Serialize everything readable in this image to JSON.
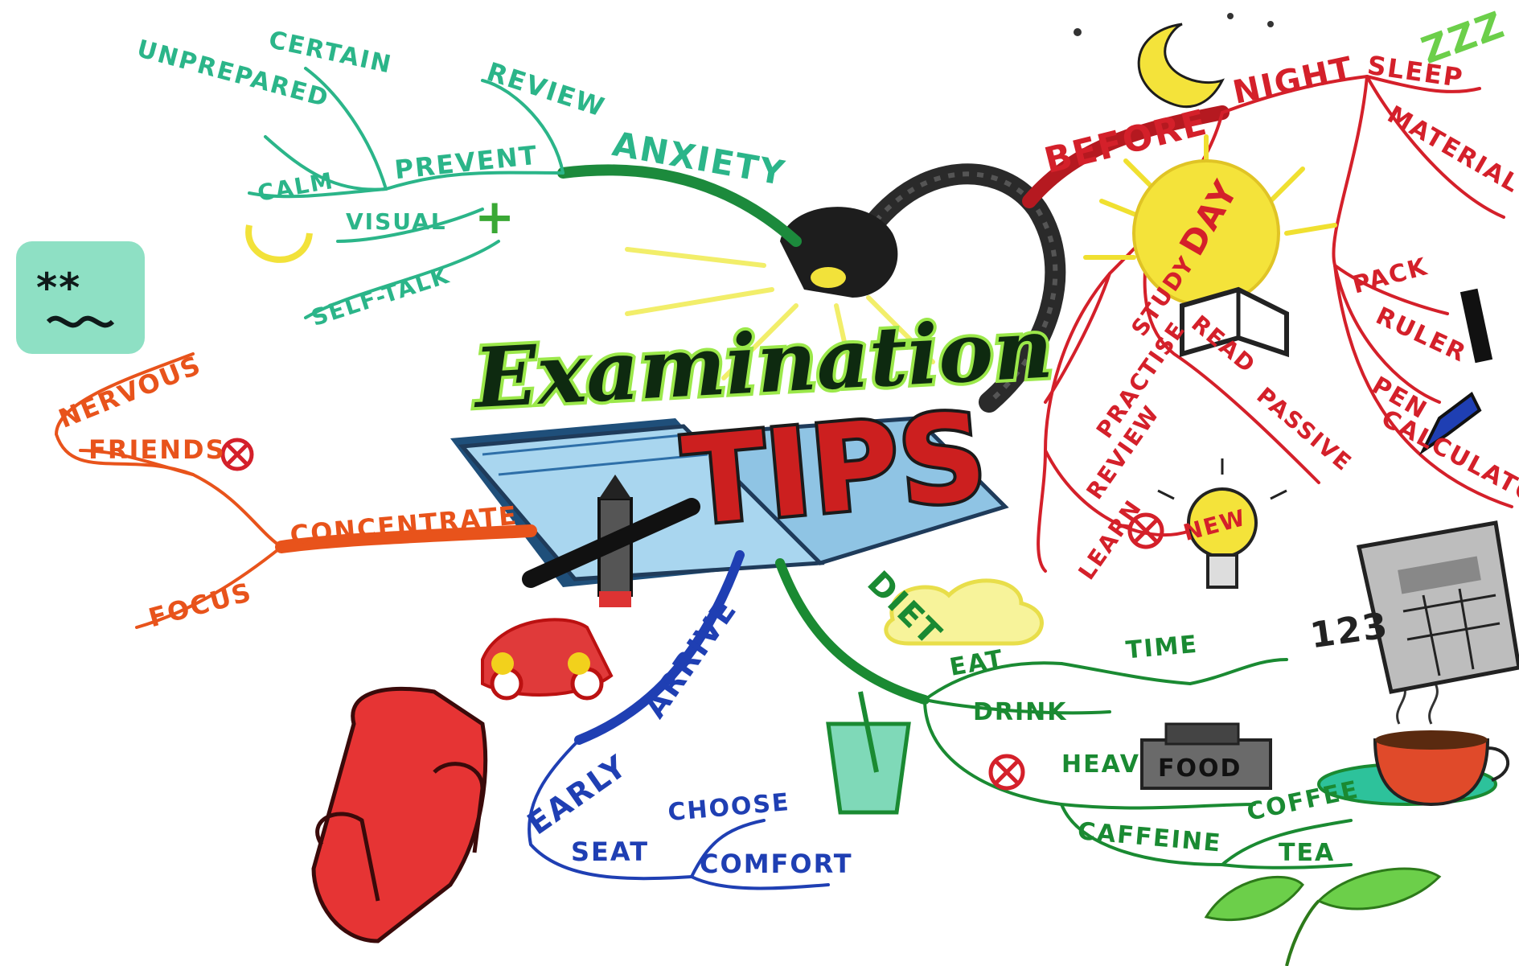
{
  "title": {
    "examination": "Examination",
    "tips": "TIPS"
  },
  "colors": {
    "anxiety": "#2bb589",
    "anxiety_main": "#1c8a3c",
    "nervous": "#e8531b",
    "arrive": "#1f3fb3",
    "diet": "#1a8a32",
    "before": "#d4202a",
    "tips_fill": "#cc1f1f",
    "title_glow": "#9be84a",
    "book": "#a9d6ef",
    "lamp": "#222222",
    "sun": "#f4e33a"
  },
  "branches": {
    "anxiety": {
      "label": "ANXIETY",
      "items": [
        "REVIEW",
        "PREVENT",
        "CERTAIN",
        "UNPREPARED",
        "CALM",
        "VISUAL",
        "SELF-TALK"
      ]
    },
    "nervous": {
      "label": "NERVOUS",
      "items": [
        "FRIENDS",
        "CONCENTRATE",
        "FOCUS"
      ]
    },
    "arrive": {
      "label": "ARRIVE",
      "items": [
        "EARLY",
        "SEAT",
        "CHOOSE",
        "COMFORT"
      ]
    },
    "diet": {
      "label": "DIET",
      "items": [
        "EAT",
        "TIME",
        "DRINK",
        "HEAVY",
        "FOOD",
        "CAFFEINE",
        "COFFEE",
        "TEA"
      ]
    },
    "before": {
      "label": "BEFORE",
      "night": "NIGHT",
      "items": [
        "SLEEP",
        "MATERIAL",
        "PACK",
        "RULER",
        "PEN",
        "CALCULATOR"
      ]
    },
    "day": {
      "label": "DAY",
      "items": [
        "STUDY",
        "PRACTISE",
        "REVIEW",
        "LEARN",
        "READ",
        "PASSIVE",
        "NEW"
      ]
    }
  },
  "doodles": {
    "calculator_digits": "123",
    "zzz": "ZZZ"
  },
  "icons": [
    "lamp-icon",
    "sun-icon",
    "moon-icon",
    "book-icon",
    "pencil-icon",
    "car-icon",
    "armchair-icon",
    "cup-icon",
    "coffee-cup-icon",
    "calculator-icon",
    "lightbulb-icon",
    "pen-icon",
    "ruler-icon",
    "leaf-icon",
    "cross-icon",
    "smiley-icon"
  ]
}
